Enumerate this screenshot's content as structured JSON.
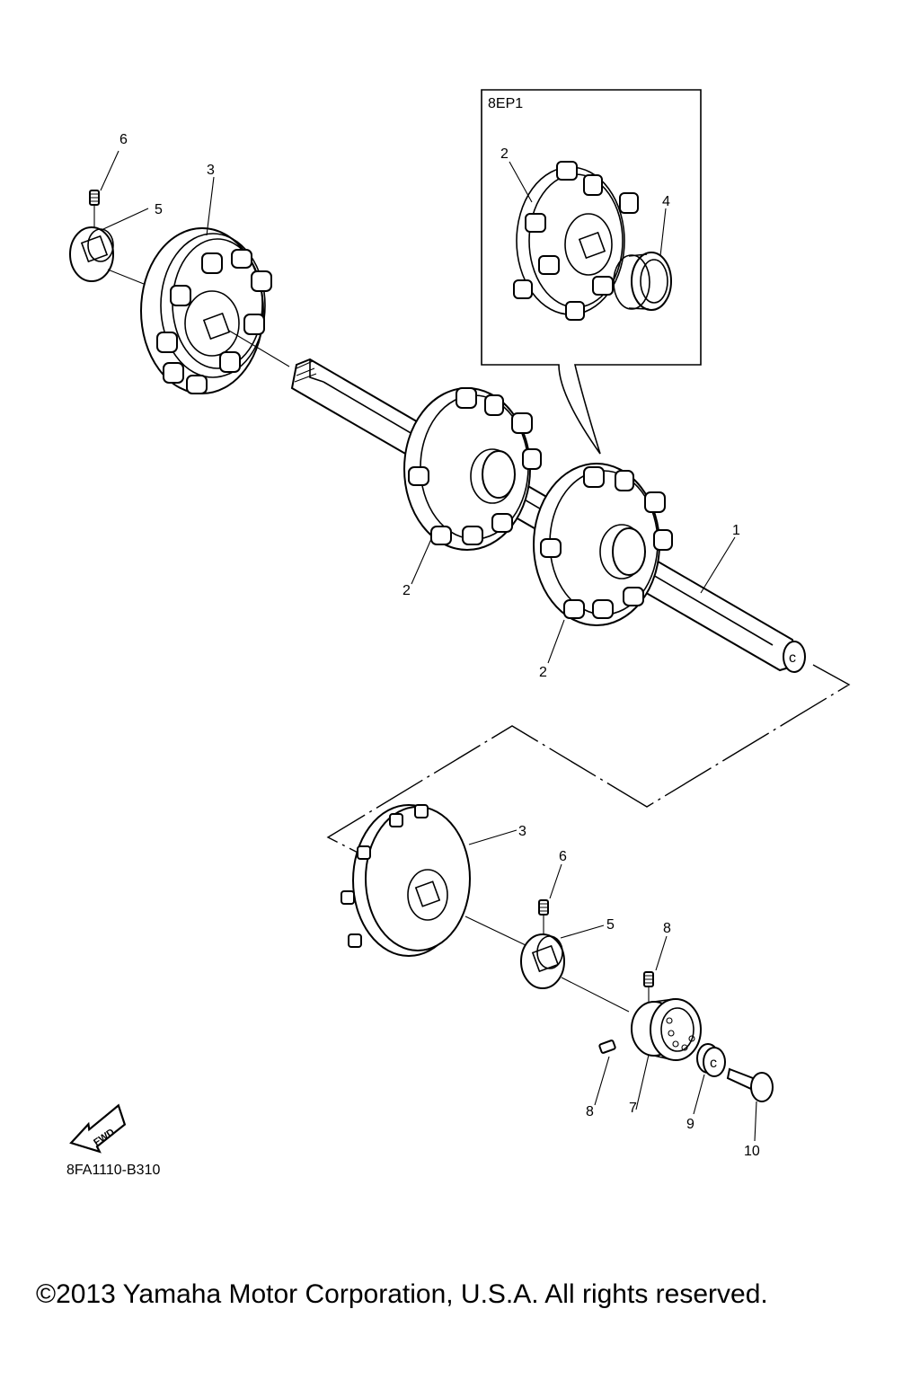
{
  "diagram": {
    "inset_code": "8EP1",
    "drawing_code": "8FA1110-B310",
    "fwd_label": "FWD",
    "copyright": "©2013 Yamaha Motor Corporation, U.S.A. All rights reserved.",
    "callouts": {
      "c1": "1",
      "c2a": "2",
      "c2b": "2",
      "c2c": "2",
      "c3a": "3",
      "c3b": "3",
      "c4": "4",
      "c5a": "5",
      "c5b": "5",
      "c6a": "6",
      "c6b": "6",
      "c7": "7",
      "c8a": "8",
      "c8b": "8",
      "c9": "9",
      "c10": "10"
    }
  }
}
